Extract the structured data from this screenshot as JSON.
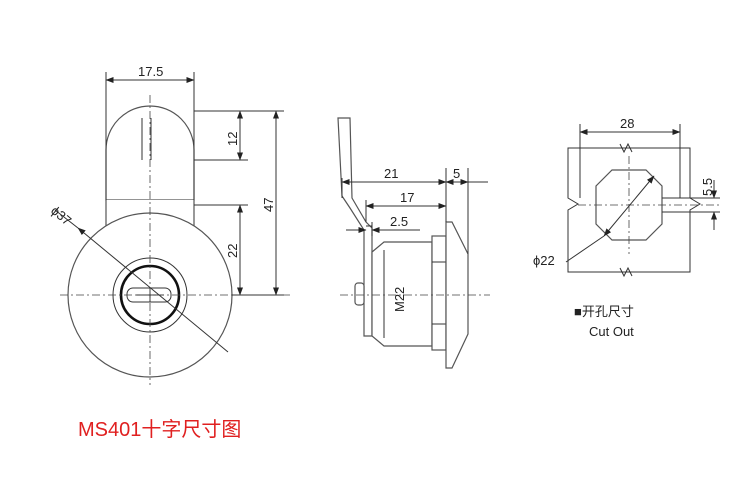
{
  "title": "MS401十字尺寸图",
  "front_view": {
    "width": "17.5",
    "tongue_height": "12",
    "overall_height": "47",
    "center_height": "22",
    "outer_diameter": "ϕ37"
  },
  "side_view": {
    "length_a": "21",
    "length_b": "17",
    "offset": "2.5",
    "flange": "5",
    "thread": "M22"
  },
  "cutout_view": {
    "width": "28",
    "flat": "5.5",
    "diameter": "ϕ22",
    "label_cn": "■开孔尺寸",
    "label_en": "Cut Out"
  }
}
